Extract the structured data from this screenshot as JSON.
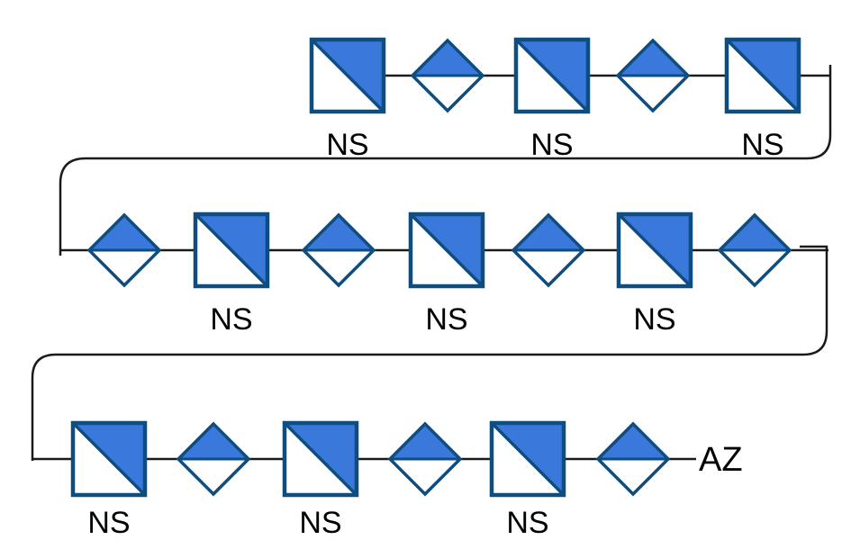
{
  "colors": {
    "fill": "#3a78dc",
    "stroke": "#0e4d7e",
    "connector": "#1a1a1a",
    "background": "#ffffff"
  },
  "icon_names": {
    "square": "square-split-diagonal-icon",
    "diamond": "diamond-split-horizontal-icon"
  },
  "rows": [
    {
      "items": [
        {
          "type": "square",
          "label": "NS"
        },
        {
          "type": "diamond"
        },
        {
          "type": "square",
          "label": "NS"
        },
        {
          "type": "diamond"
        },
        {
          "type": "square",
          "label": "NS"
        }
      ]
    },
    {
      "items": [
        {
          "type": "diamond"
        },
        {
          "type": "square",
          "label": "NS"
        },
        {
          "type": "diamond"
        },
        {
          "type": "square",
          "label": "NS"
        },
        {
          "type": "diamond"
        },
        {
          "type": "square",
          "label": "NS"
        },
        {
          "type": "diamond"
        }
      ]
    },
    {
      "items": [
        {
          "type": "square",
          "label": "NS"
        },
        {
          "type": "diamond"
        },
        {
          "type": "square",
          "label": "NS"
        },
        {
          "type": "diamond"
        },
        {
          "type": "square",
          "label": "NS"
        },
        {
          "type": "diamond"
        }
      ],
      "end_label": "AZ"
    }
  ]
}
